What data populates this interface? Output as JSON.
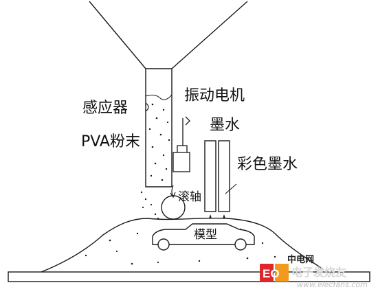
{
  "labels": {
    "sensor": "感应器",
    "vibration_motor": "振动电机",
    "ink": "墨水",
    "pva_powder": "PVA粉末",
    "color_ink": "彩色墨水",
    "roller": "滚轴",
    "model": "模型"
  },
  "watermark": {
    "logo_text": "EO",
    "site_name": "中电网",
    "brand_tail": "电子发烧友",
    "url": "www.elecfans.com"
  },
  "colors": {
    "line": "#1a1a1a",
    "logo_red": "#e0262b",
    "logo_orange": "#f39a1e"
  }
}
